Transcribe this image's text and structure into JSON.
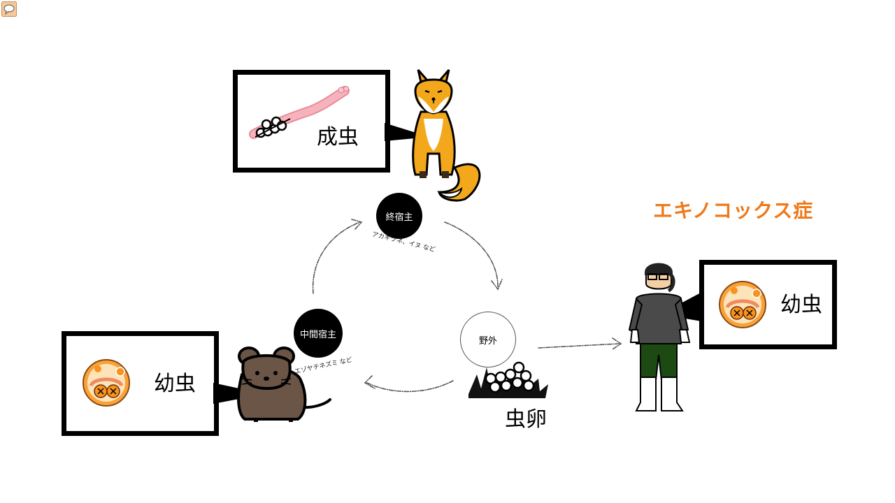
{
  "toolbar": {
    "comment_icon": "speech-bubble-icon"
  },
  "title": "エキノコックス症",
  "colors": {
    "title": "#f07818",
    "node_dark": "#000000",
    "fox": "#f3a81c",
    "mouse": "#6b5546",
    "worm": "#f5a3ae"
  },
  "adult_box": {
    "label": "成虫"
  },
  "mouse_box": {
    "label": "幼虫"
  },
  "human_box": {
    "label": "幼虫"
  },
  "eggs": {
    "label": "虫卵"
  },
  "cycle": {
    "definitive_host": {
      "label": "終宿主",
      "subtitle": "アカギツネ、イヌ など"
    },
    "intermediate_host": {
      "label": "中間宿主",
      "subtitle": "エゾヤチネズミ など"
    },
    "environment": {
      "label": "野外"
    }
  }
}
